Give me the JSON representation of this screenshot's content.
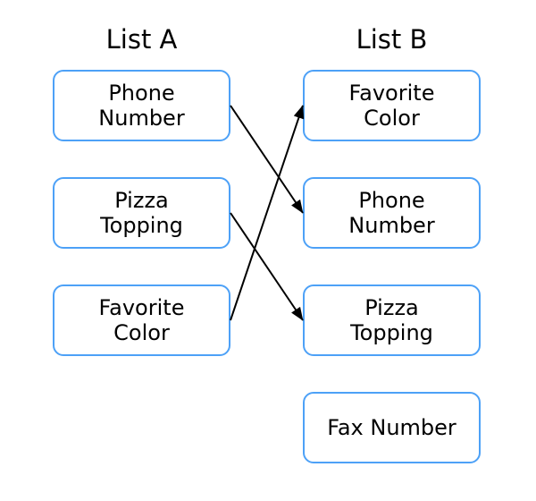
{
  "columns": {
    "a": {
      "title": "List A",
      "items": [
        {
          "id": "phone-number",
          "lines": [
            "Phone",
            "Number"
          ]
        },
        {
          "id": "pizza-topping",
          "lines": [
            "Pizza",
            "Topping"
          ]
        },
        {
          "id": "favorite-color",
          "lines": [
            "Favorite",
            "Color"
          ]
        }
      ]
    },
    "b": {
      "title": "List B",
      "items": [
        {
          "id": "favorite-color",
          "lines": [
            "Favorite",
            "Color"
          ]
        },
        {
          "id": "phone-number",
          "lines": [
            "Phone",
            "Number"
          ]
        },
        {
          "id": "pizza-topping",
          "lines": [
            "Pizza",
            "Topping"
          ]
        },
        {
          "id": "fax-number",
          "lines": [
            "Fax Number"
          ]
        }
      ]
    }
  },
  "connections": [
    {
      "from": 0,
      "to": 1,
      "label": "Phone Number to Phone Number"
    },
    {
      "from": 1,
      "to": 2,
      "label": "Pizza Topping to Pizza Topping"
    },
    {
      "from": 2,
      "to": 0,
      "label": "Favorite Color to Favorite Color"
    }
  ],
  "colors": {
    "box_border": "#4DA1F7",
    "arrow": "#000000",
    "text": "#000000",
    "background": "#FFFFFF"
  }
}
